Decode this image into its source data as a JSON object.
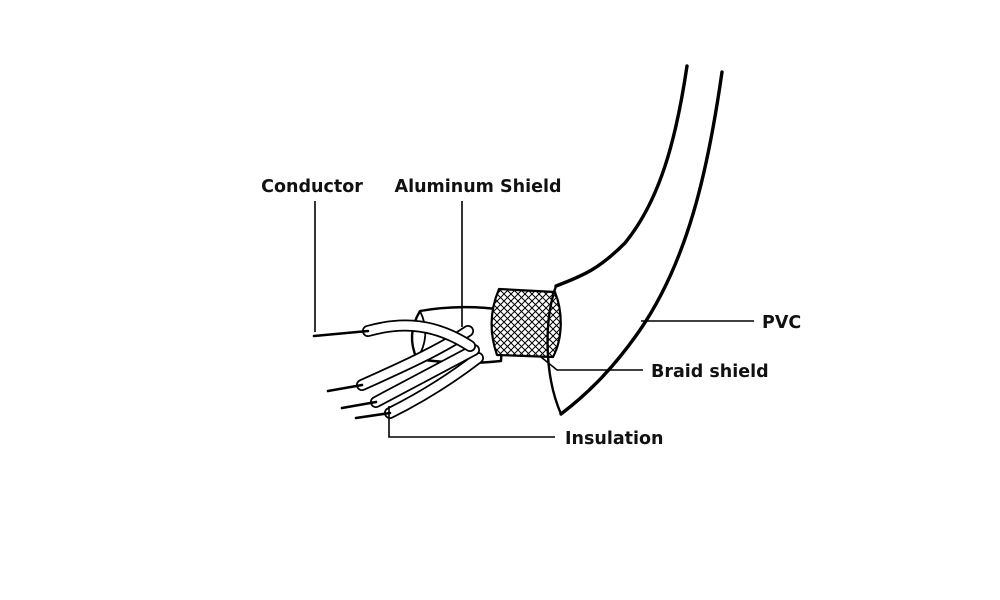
{
  "page": {
    "background": "#ffffff"
  },
  "diagram": {
    "name": "cable-structure-diagram",
    "labels": {
      "conductor": "Conductor",
      "aluminum_shield": "Aluminum Shield",
      "pvc": "PVC",
      "braid_shield": "Braid shield",
      "insulation": "Insulation"
    },
    "colors": {
      "line": "#000000",
      "text": "#111111",
      "background": "#ffffff"
    }
  }
}
